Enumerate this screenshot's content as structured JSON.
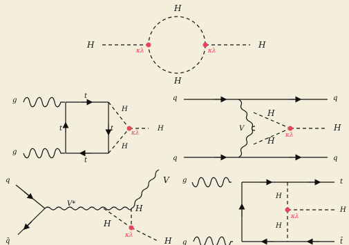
{
  "colors": {
    "background": "#f4eedc",
    "line": "#111111",
    "vertex": "#e8445a"
  },
  "diagrams": {
    "loop": {
      "h_left": "H",
      "h_right": "H",
      "h_top": "H",
      "h_bottom": "H",
      "kappa_left": "κλ",
      "kappa_right": "κλ"
    },
    "gluon_box": {
      "g_top": "g",
      "g_bottom": "g",
      "t_top": "t",
      "t_left": "t",
      "t_right": "t",
      "t_bottom": "t",
      "h_up": "H",
      "h_down": "H",
      "h_out": "H",
      "kappa": "κλ"
    },
    "vbf": {
      "q_in_top": "q",
      "q_out_top": "q",
      "q_in_bottom": "q",
      "q_out_bottom": "q",
      "v": "V",
      "h_up": "H",
      "h_down": "H",
      "h_out": "H",
      "kappa": "κλ"
    },
    "vh": {
      "q_in": "q",
      "qbar_in": "q̄",
      "vstar": "V*",
      "v_out": "V",
      "h_mid": "H",
      "h_lower": "H",
      "h_out": "H",
      "kappa": "κλ"
    },
    "tth": {
      "g_top": "g",
      "g_bottom": "g",
      "t_out": "t",
      "tbar_out": "t̄",
      "h_up": "H",
      "h_down": "H",
      "h_out": "H",
      "kappa": "κλ"
    }
  }
}
